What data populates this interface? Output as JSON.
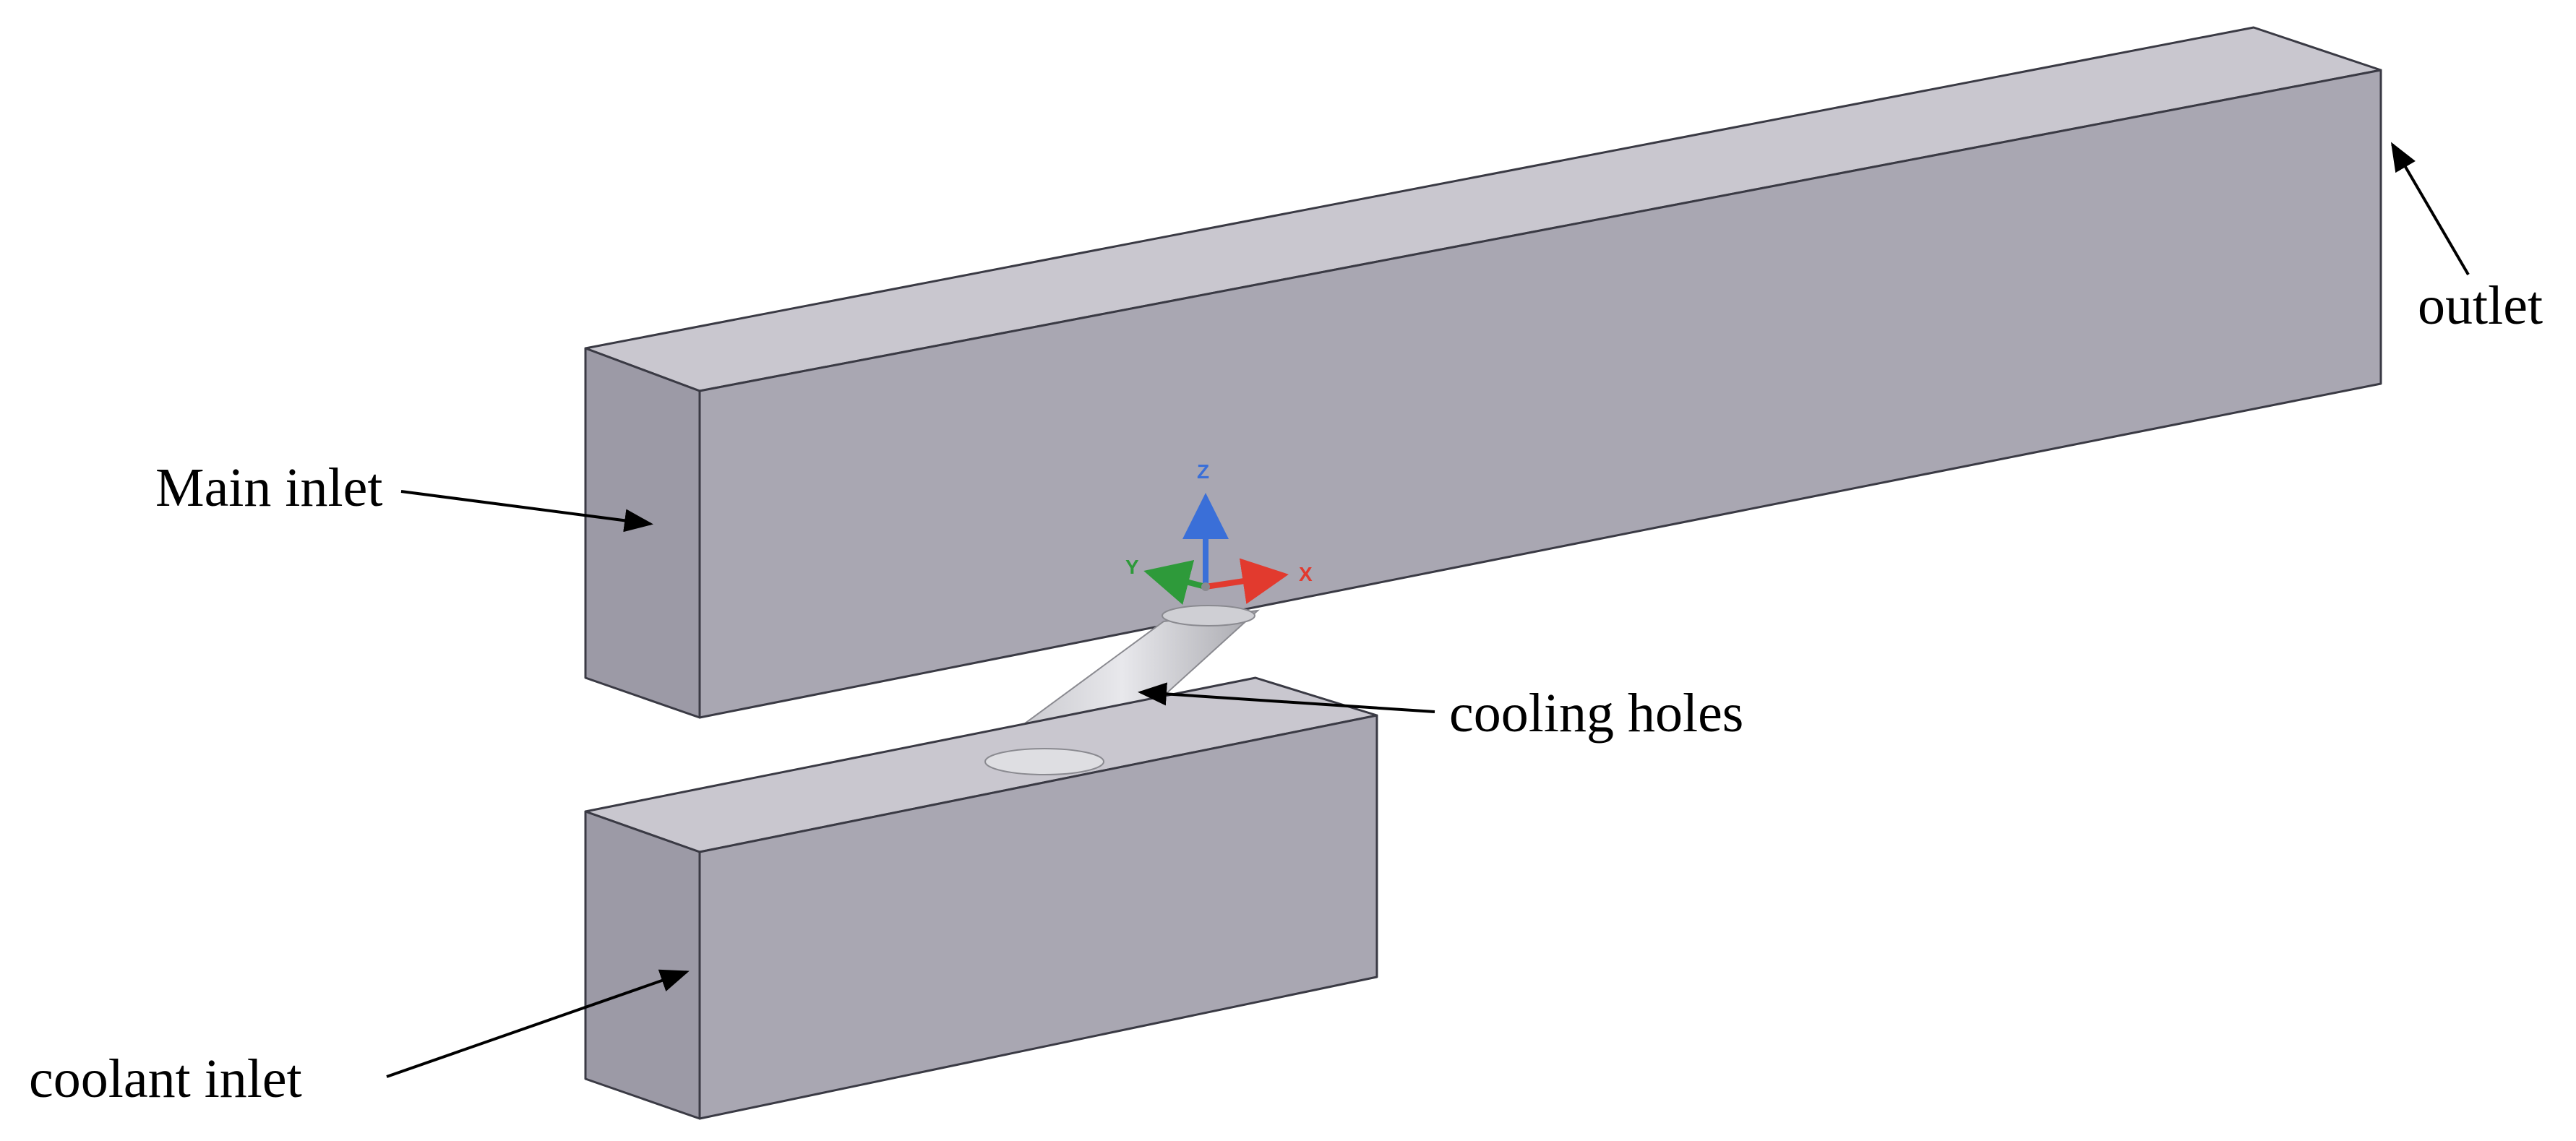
{
  "labels": {
    "main_inlet": "Main inlet",
    "outlet": "outlet",
    "cooling_holes": "cooling holes",
    "coolant_inlet": "coolant inlet"
  },
  "axes": {
    "z": "Z",
    "y": "Y",
    "x": "X"
  },
  "colors": {
    "x_axis": "#e23a2e",
    "y_axis": "#2e9a3a",
    "z_axis": "#3a6fd8",
    "block_front": "#a9a7b2",
    "block_side": "#9c9aa6",
    "block_top": "#c9c7cf",
    "hole": "#d6d6da"
  }
}
